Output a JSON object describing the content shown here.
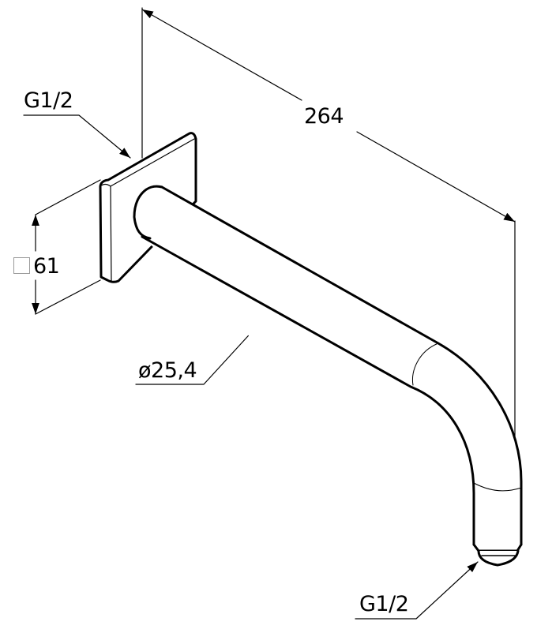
{
  "drawing": {
    "title_dim_length": "264",
    "thread_wall": "G1/2",
    "thread_outlet": "G1/2",
    "flange_square": "61",
    "pipe_diameter": "ø25,4",
    "line_color": "#000000",
    "aux_color": "#888888"
  }
}
